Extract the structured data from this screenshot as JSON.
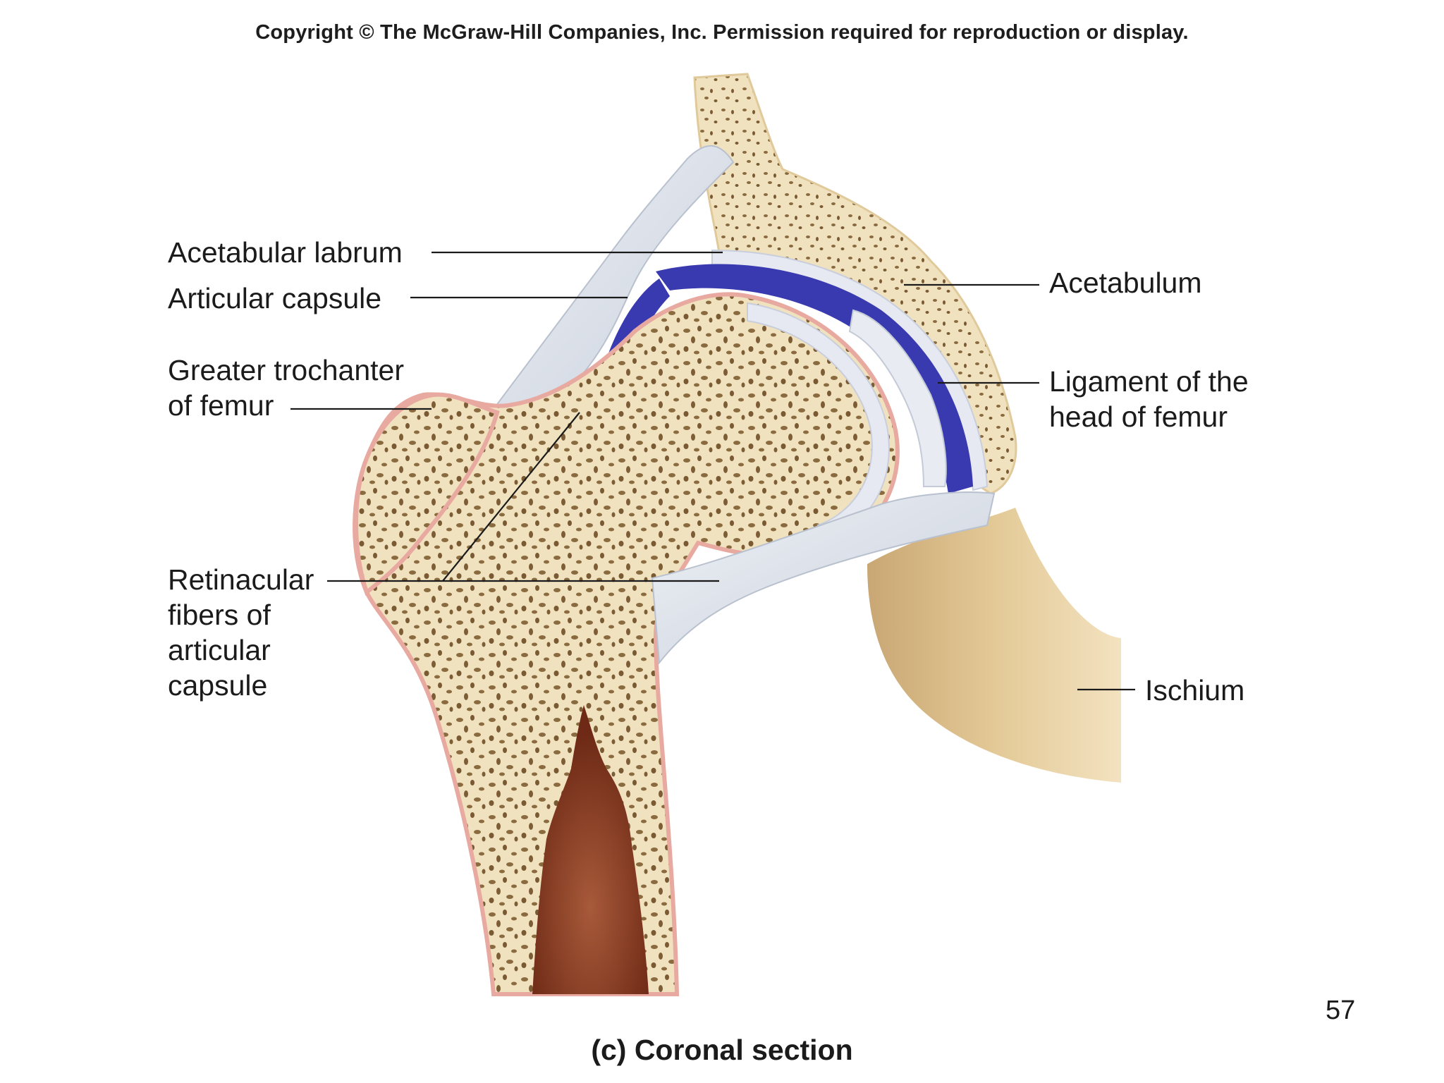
{
  "copyright": "Copyright © The McGraw-Hill Companies, Inc. Permission required for reproduction or display.",
  "labels": {
    "acetabular_labrum": "Acetabular labrum",
    "articular_capsule": "Articular capsule",
    "greater_trochanter": [
      "Greater trochanter",
      "of femur"
    ],
    "retinacular_fibers": [
      "Retinacular",
      "fibers of",
      "articular",
      "capsule"
    ],
    "acetabulum": "Acetabulum",
    "ligament_head": [
      "Ligament of the",
      "head of femur"
    ],
    "ischium": "Ischium"
  },
  "caption": "(c) Coronal section",
  "page_number": "57",
  "colors": {
    "bone": "#f1e2bf",
    "spongy_pores": "#8a6a3f",
    "cartilage": "#e6e9f1",
    "synovial_cavity": "#3a3ab0",
    "capsule": "#d9dee6",
    "periosteum": "#e8a9a0",
    "marrow": "#8d3a22",
    "ischium": "#d8be8c",
    "leader_line": "#1a1a1a"
  }
}
